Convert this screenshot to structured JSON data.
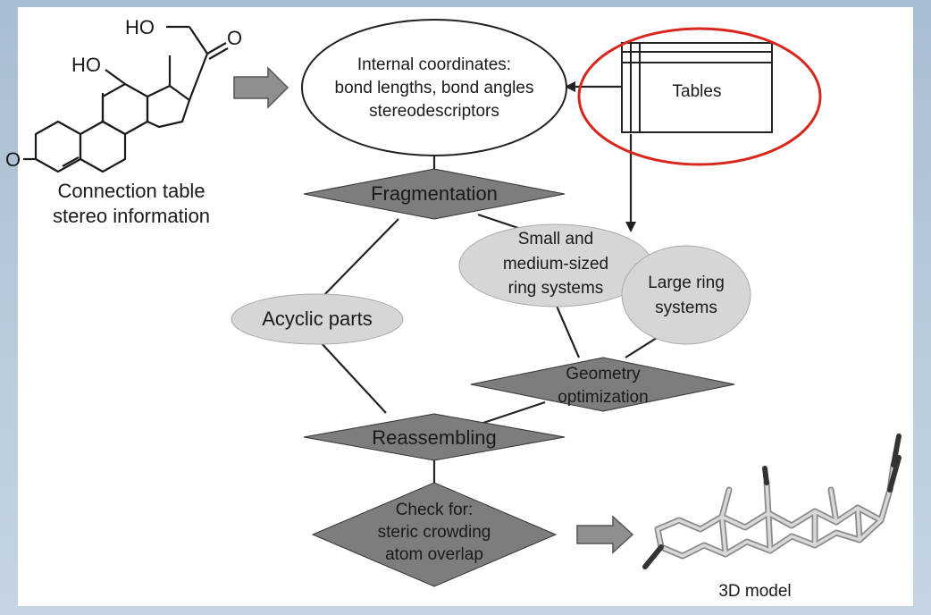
{
  "molecule": {
    "labels": [
      "HO",
      "O",
      "HO",
      "O"
    ],
    "caption_lines": [
      "Connection table",
      "stereo information"
    ]
  },
  "internal_coordinates": {
    "lines": [
      "Internal coordinates:",
      "bond lengths, bond angles",
      "stereodescriptors"
    ]
  },
  "tables": {
    "label": "Tables"
  },
  "fragmentation": {
    "label": "Fragmentation"
  },
  "small_medium_rings": {
    "lines": [
      "Small and",
      "medium-sized",
      "ring systems"
    ]
  },
  "large_rings": {
    "lines": [
      "Large ring",
      "systems"
    ]
  },
  "acyclic": {
    "label": "Acyclic parts"
  },
  "geometry": {
    "lines": [
      "Geometry",
      "optimization"
    ]
  },
  "reassembling": {
    "label": "Reassembling"
  },
  "check": {
    "lines": [
      "Check for:",
      "steric crowding",
      "atom overlap"
    ]
  },
  "model3d": {
    "label": "3D model"
  },
  "colors": {
    "diamond": "#7d7d7d",
    "ellipse_grey": "#d6d6d6",
    "highlight": "#d9261c",
    "arrow_fill": "#8f8f8f",
    "line": "#222222"
  }
}
